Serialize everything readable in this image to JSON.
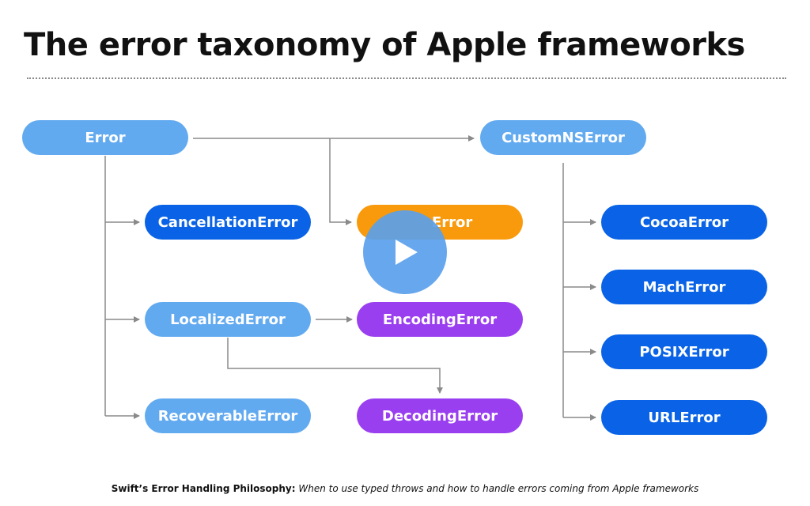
{
  "slide": {
    "title": "The error taxonomy of Apple frameworks",
    "caption_bold": "Swift’s Error Handling Philosophy:",
    "caption_italic": " When to use typed throws and how to handle errors coming from Apple frameworks"
  },
  "colors": {
    "light_blue": "#62aaf0",
    "dark_blue": "#0a63e6",
    "orange": "#f89a0c",
    "purple": "#9a3ff0",
    "connector": "#8a8a8a"
  },
  "nodes": {
    "error": "Error",
    "custom_ns_error": "CustomNSError",
    "cancellation_error": "CancellationError",
    "ns_error": "Error",
    "localized_error": "LocalizedError",
    "encoding_error": "EncodingError",
    "recoverable_error": "RecoverableError",
    "decoding_error": "DecodingError",
    "cocoa_error": "CocoaError",
    "mach_error": "MachError",
    "posix_error": "POSIXError",
    "url_error": "URLError"
  },
  "player": {
    "play_icon": "play-icon"
  }
}
